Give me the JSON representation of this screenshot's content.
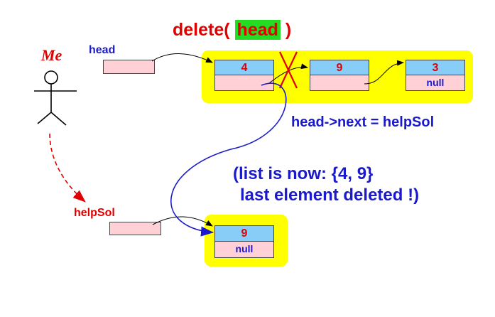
{
  "title": {
    "prefix": "delete(",
    "arg": "head",
    "suffix": " )"
  },
  "actor": {
    "name": "Me"
  },
  "pointers": {
    "head": "head",
    "helper": "helpSol"
  },
  "list": {
    "nodes": [
      {
        "value": "4",
        "next": ""
      },
      {
        "value": "9",
        "next": ""
      },
      {
        "value": "3",
        "next": "null"
      }
    ]
  },
  "helper_node": {
    "value": "9",
    "next": "null"
  },
  "code_line": "head->next = helpSol",
  "note": {
    "line1": "(list is now: {4, 9}",
    "line2": "last element deleted !)"
  },
  "colors": {
    "label_red": "#e00000",
    "label_blue": "#1a1acc",
    "panel": "#ffff00",
    "node_top": "#88ccf8",
    "node_bottom": "#ffd0d6",
    "highlight": "#22dd22"
  }
}
